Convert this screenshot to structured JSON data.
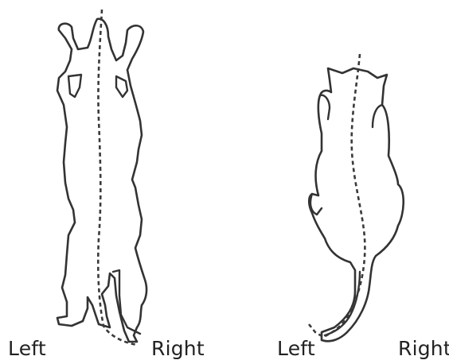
{
  "panels": [
    {
      "left_label": "Left",
      "right_label": "Right"
    },
    {
      "left_label": "Left",
      "right_label": "Right"
    }
  ],
  "colors": {
    "outline": "#333333",
    "spine": "#3a3a3a",
    "background": "#ffffff",
    "text": "#222222"
  }
}
